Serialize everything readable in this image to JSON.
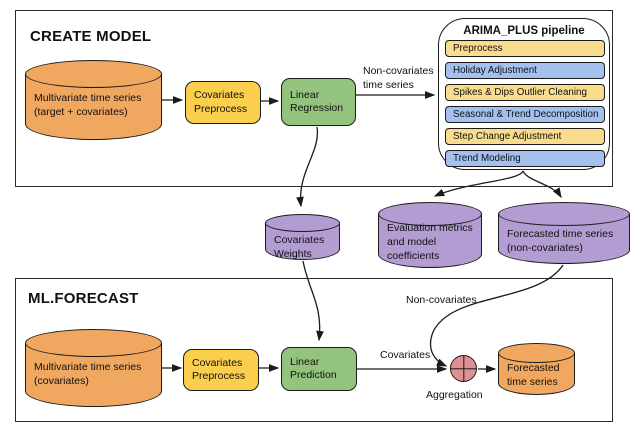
{
  "colors": {
    "orange_cylinder": "#F0A75F",
    "purple_cylinder": "#B29CD1",
    "yellow_node": "#FBCE4E",
    "green_node": "#94C37D",
    "yellow_bar": "#F9DC8D",
    "blue_bar": "#A3C0EF",
    "aggregation_red": "#DF9191",
    "line": "#1b1b1b",
    "background": "#ffffff"
  },
  "create_model": {
    "title": "CREATE MODEL",
    "source_cylinder": {
      "lines": [
        "Multivariate time series",
        "(target + covariates)"
      ]
    },
    "preprocess_node": {
      "label": "Covariates Preprocess"
    },
    "regression_node": {
      "label": "Linear Regression"
    },
    "to_pipeline_label": {
      "lines": [
        "Non-covariates",
        "time series"
      ]
    }
  },
  "pipeline": {
    "title": "ARIMA_PLUS pipeline",
    "steps": [
      {
        "label": "Preprocess",
        "color": "#F9DC8D"
      },
      {
        "label": "Holiday Adjustment",
        "color": "#A3C0EF"
      },
      {
        "label": "Spikes & Dips Outlier Cleaning",
        "color": "#F9DC8D"
      },
      {
        "label": "Seasonal & Trend Decomposition",
        "color": "#A3C0EF"
      },
      {
        "label": "Step Change Adjustment",
        "color": "#F9DC8D"
      },
      {
        "label": "Trend Modeling",
        "color": "#A3C0EF"
      }
    ]
  },
  "artifacts": {
    "covariates_weights": {
      "lines": [
        "Covariates",
        "Weights"
      ]
    },
    "evaluation": {
      "lines": [
        "Evaluation metrics",
        "and model",
        "coefficients"
      ]
    },
    "forecast_noncovariates": {
      "lines": [
        "Forecasted time series",
        "(non-covariates)"
      ]
    }
  },
  "ml_forecast": {
    "title": "ML.FORECAST",
    "source_cylinder": {
      "lines": [
        "Multivariate time series",
        "(covariates)"
      ]
    },
    "preprocess_node": {
      "label": "Covariates Preprocess"
    },
    "prediction_node": {
      "label": "Linear Prediction"
    },
    "noncovariates_label": "Non-covariates",
    "covariates_label": "Covariates",
    "aggregation_label": "Aggregation",
    "output_cylinder": {
      "lines": [
        "Forecasted",
        "time series"
      ]
    }
  }
}
